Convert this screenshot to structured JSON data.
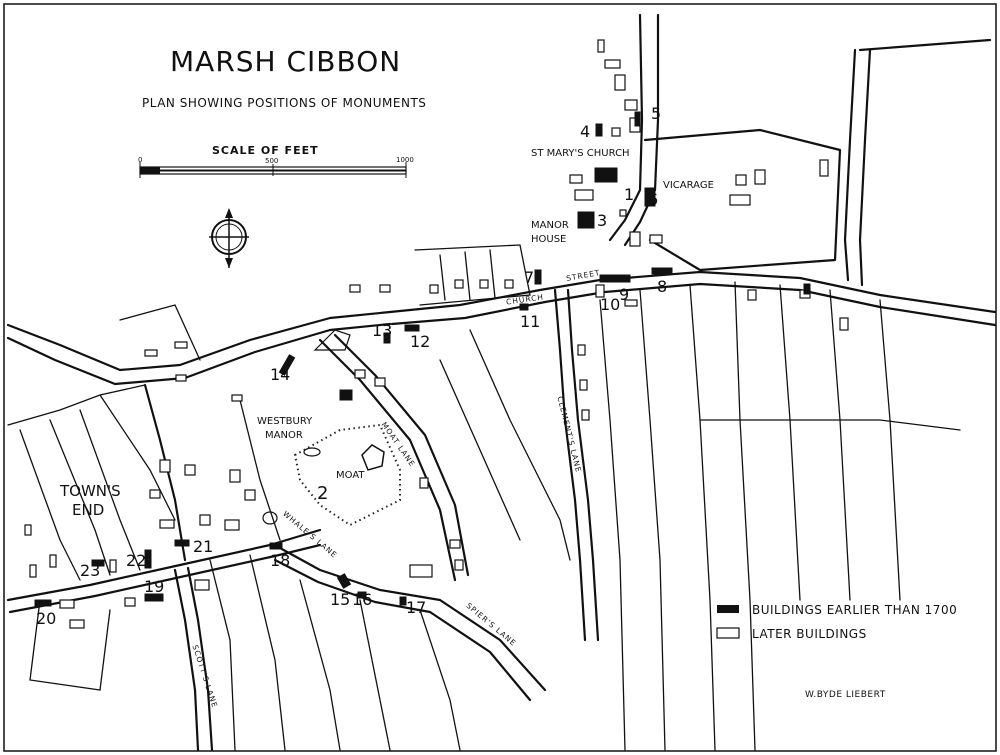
{
  "title": "MARSH CIBBON",
  "subtitle": "PLAN SHOWING POSITIONS OF MONUMENTS",
  "scale": {
    "label": "SCALE OF FEET",
    "ticks": [
      "0",
      "500",
      "1000"
    ]
  },
  "places": {
    "church": "ST MARY'S CHURCH",
    "vicarage": "VICARAGE",
    "manor_house_line1": "MANOR",
    "manor_house_line2": "HOUSE",
    "westbury_line1": "WESTBURY",
    "westbury_line2": "MANOR",
    "moat": "MOAT",
    "towns_end_line1": "TOWN'S",
    "towns_end_line2": "END"
  },
  "lanes": {
    "church_street_1": "CHURCH",
    "church_street_2": "STREET",
    "clements_lane": "CLEMENT'S LANE",
    "moat_lane": "MOAT LANE",
    "whales_lane": "WHALE'S LANE",
    "spiers_lane": "SPIER'S LANE",
    "scotts_lane": "SCOTT'S LANE"
  },
  "monuments": [
    "1",
    "2",
    "3",
    "4",
    "5",
    "6",
    "7",
    "8",
    "9",
    "10",
    "11",
    "12",
    "13",
    "14",
    "15",
    "16",
    "17",
    "18",
    "19",
    "20",
    "21",
    "22",
    "23"
  ],
  "legend": {
    "earlier": "BUILDINGS EARLIER THAN 1700",
    "later": "LATER BUILDINGS"
  },
  "signature": "W.BYDE LIEBERT",
  "colors": {
    "ink": "#111111",
    "paper": "#ffffff"
  }
}
